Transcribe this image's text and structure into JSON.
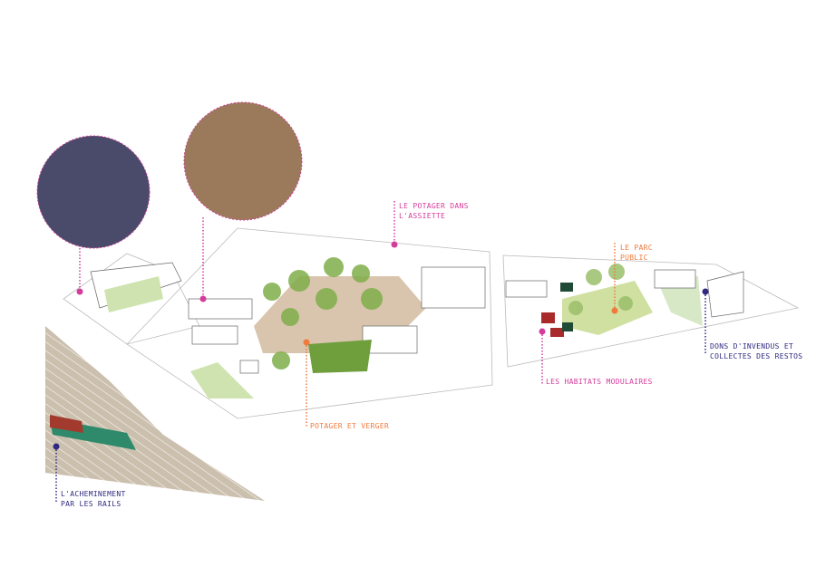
{
  "colors": {
    "pink": "#d43c9c",
    "orange": "#ef7a3c",
    "navy": "#2f2a80",
    "green": "#8bbf5a",
    "rail": "#cbbfae"
  },
  "labels": {
    "potager_assiette": [
      "LE POTAGER DANS",
      "L'ASSIETTE"
    ],
    "parc_public": [
      "LE PARC",
      "PUBLIC"
    ],
    "dons": [
      "DONS D'INVENDUS ET",
      "COLLECTES DES RESTOS"
    ],
    "habitats": [
      "LES HABITATS MODULAIRES"
    ],
    "potager_verger": [
      "POTAGER ET VERGER"
    ],
    "rails": [
      "L'ACHEMINEMENT",
      "PAR LES RAILS"
    ]
  }
}
